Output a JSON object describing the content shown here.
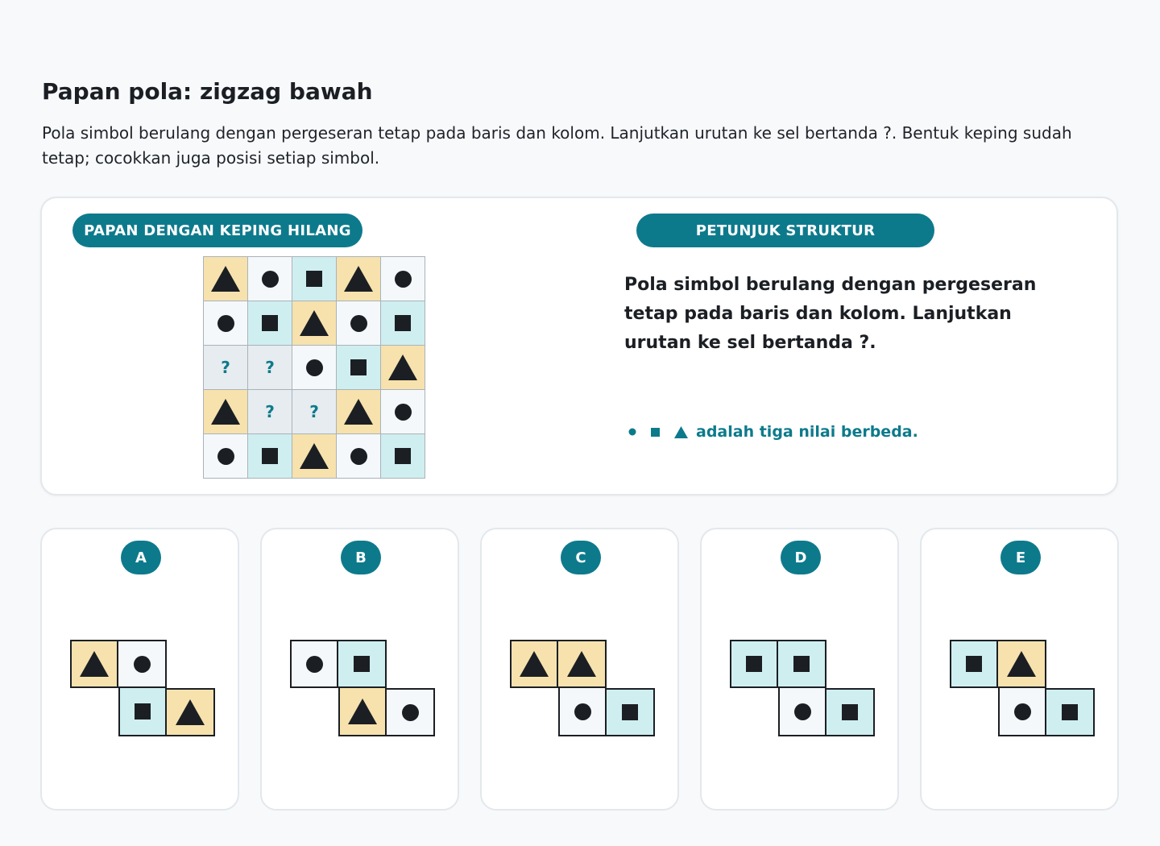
{
  "header": {
    "title": "Papan pola: zigzag bawah",
    "description": "Pola simbol berulang dengan pergeseran tetap pada baris dan kolom. Lanjutkan urutan ke sel bertanda ?. Bentuk keping sudah tetap; cocokkan juga posisi setiap simbol."
  },
  "board": {
    "label": "PAPAN DENGAN KEPING HILANG",
    "missing_mark": "?",
    "rows": [
      [
        "triangle",
        "circle",
        "square",
        "triangle",
        "circle"
      ],
      [
        "circle",
        "square",
        "triangle",
        "circle",
        "square"
      ],
      [
        "?",
        "?",
        "circle",
        "square",
        "triangle"
      ],
      [
        "triangle",
        "?",
        "?",
        "triangle",
        "circle"
      ],
      [
        "circle",
        "square",
        "triangle",
        "circle",
        "square"
      ]
    ]
  },
  "hint": {
    "label": "PETUNJUK STRUKTUR",
    "text": "Pola simbol berulang dengan pergeseran tetap pada baris dan kolom. Lanjutkan urutan ke sel bertanda ?.",
    "note": "adalah tiga nilai berbeda."
  },
  "options": [
    {
      "label": "A",
      "cells": [
        "triangle",
        "circle",
        "square",
        "triangle"
      ]
    },
    {
      "label": "B",
      "cells": [
        "circle",
        "square",
        "triangle",
        "circle"
      ]
    },
    {
      "label": "C",
      "cells": [
        "triangle",
        "triangle",
        "circle",
        "square"
      ]
    },
    {
      "label": "D",
      "cells": [
        "square",
        "square",
        "circle",
        "square"
      ]
    },
    {
      "label": "E",
      "cells": [
        "square",
        "triangle",
        "circle",
        "square"
      ]
    }
  ],
  "colors": {
    "triangle": "#f7e2ad",
    "square": "#cfeef0",
    "circle": "#f5f8fa",
    "missing": "#e6ecef",
    "accent": "#0d7a8c",
    "symbol": "#1b1f24"
  }
}
